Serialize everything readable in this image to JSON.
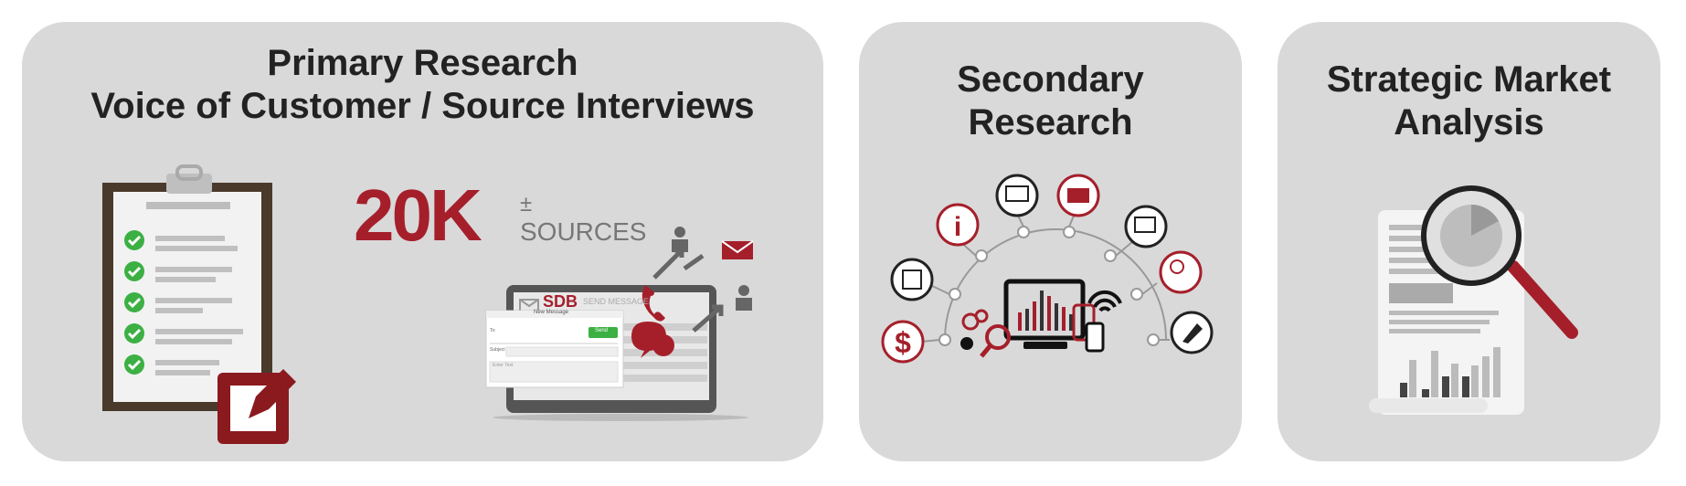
{
  "cards": [
    {
      "title_line1": "Primary Research",
      "title_line2": "Voice of Customer / Source Interviews"
    },
    {
      "title_line1": "Secondary",
      "title_line2": "Research"
    },
    {
      "title_line1": "Strategic Market",
      "title_line2": "Analysis"
    }
  ],
  "sources": {
    "count": "20K",
    "plusminus": "±",
    "label": "SOURCES"
  },
  "laptop": {
    "brand": "SDB",
    "header": "SEND MESSAGE",
    "dialog_title": "New Message",
    "send_button": "Send",
    "to_label": "To:",
    "subject_label": "Subject",
    "body_placeholder": "Enter Text"
  },
  "colors": {
    "brand_red": "#a51f2b",
    "card_bg": "#d9d9d9",
    "check_green": "#3cb043"
  }
}
